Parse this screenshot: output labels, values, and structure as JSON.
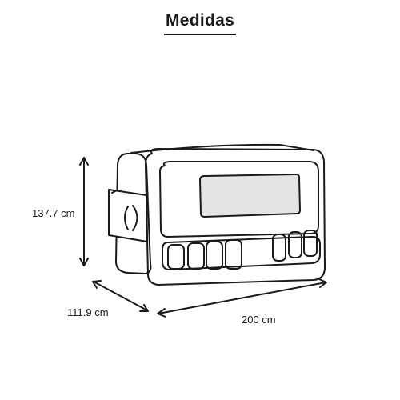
{
  "title": "Medidas",
  "dimensions": {
    "height": "137.7 cm",
    "depth": "111.9 cm",
    "width": "200 cm"
  },
  "colors": {
    "line": "#1a1a1a",
    "screen_fill": "#e4e4e4",
    "background": "#ffffff"
  },
  "icons": {
    "product": "weighing-indicator-device",
    "arrows": "double-headed-dimension-arrow"
  }
}
